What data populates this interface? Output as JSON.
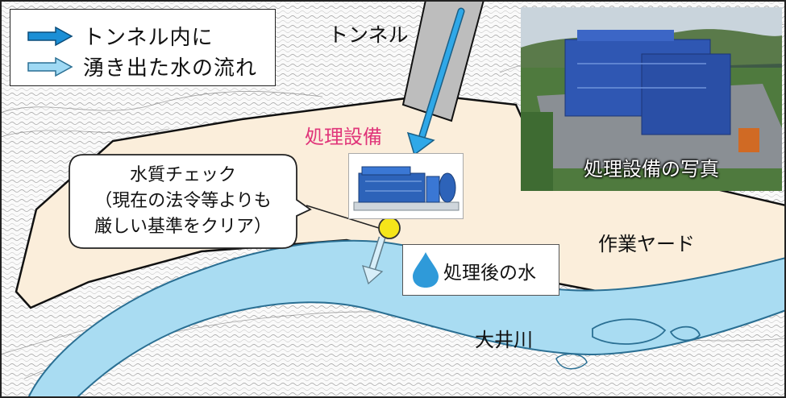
{
  "legend": {
    "line1": "トンネル内に",
    "line2": "湧き出た水の流れ",
    "arrow_dark_color": "#1b8fd6",
    "arrow_light_color": "#9fd9f4"
  },
  "labels": {
    "tunnel": "トンネル",
    "facility": "処理設備",
    "yard": "作業ヤード",
    "river": "大井川",
    "treated_water": "処理後の水"
  },
  "callout": {
    "line1": "水質チェック",
    "line2": "（現在の法令等よりも",
    "line3": "厳しい基準をクリア）"
  },
  "photo": {
    "caption": "処理設備の写真"
  },
  "colors": {
    "yard_fill": "#fbeedb",
    "river_fill": "#a9dcf2",
    "river_stroke": "#2a6f93",
    "facility_label": "#e0357a",
    "check_point": "#f5e51a",
    "flow_arrow": "#2fa8e8"
  }
}
